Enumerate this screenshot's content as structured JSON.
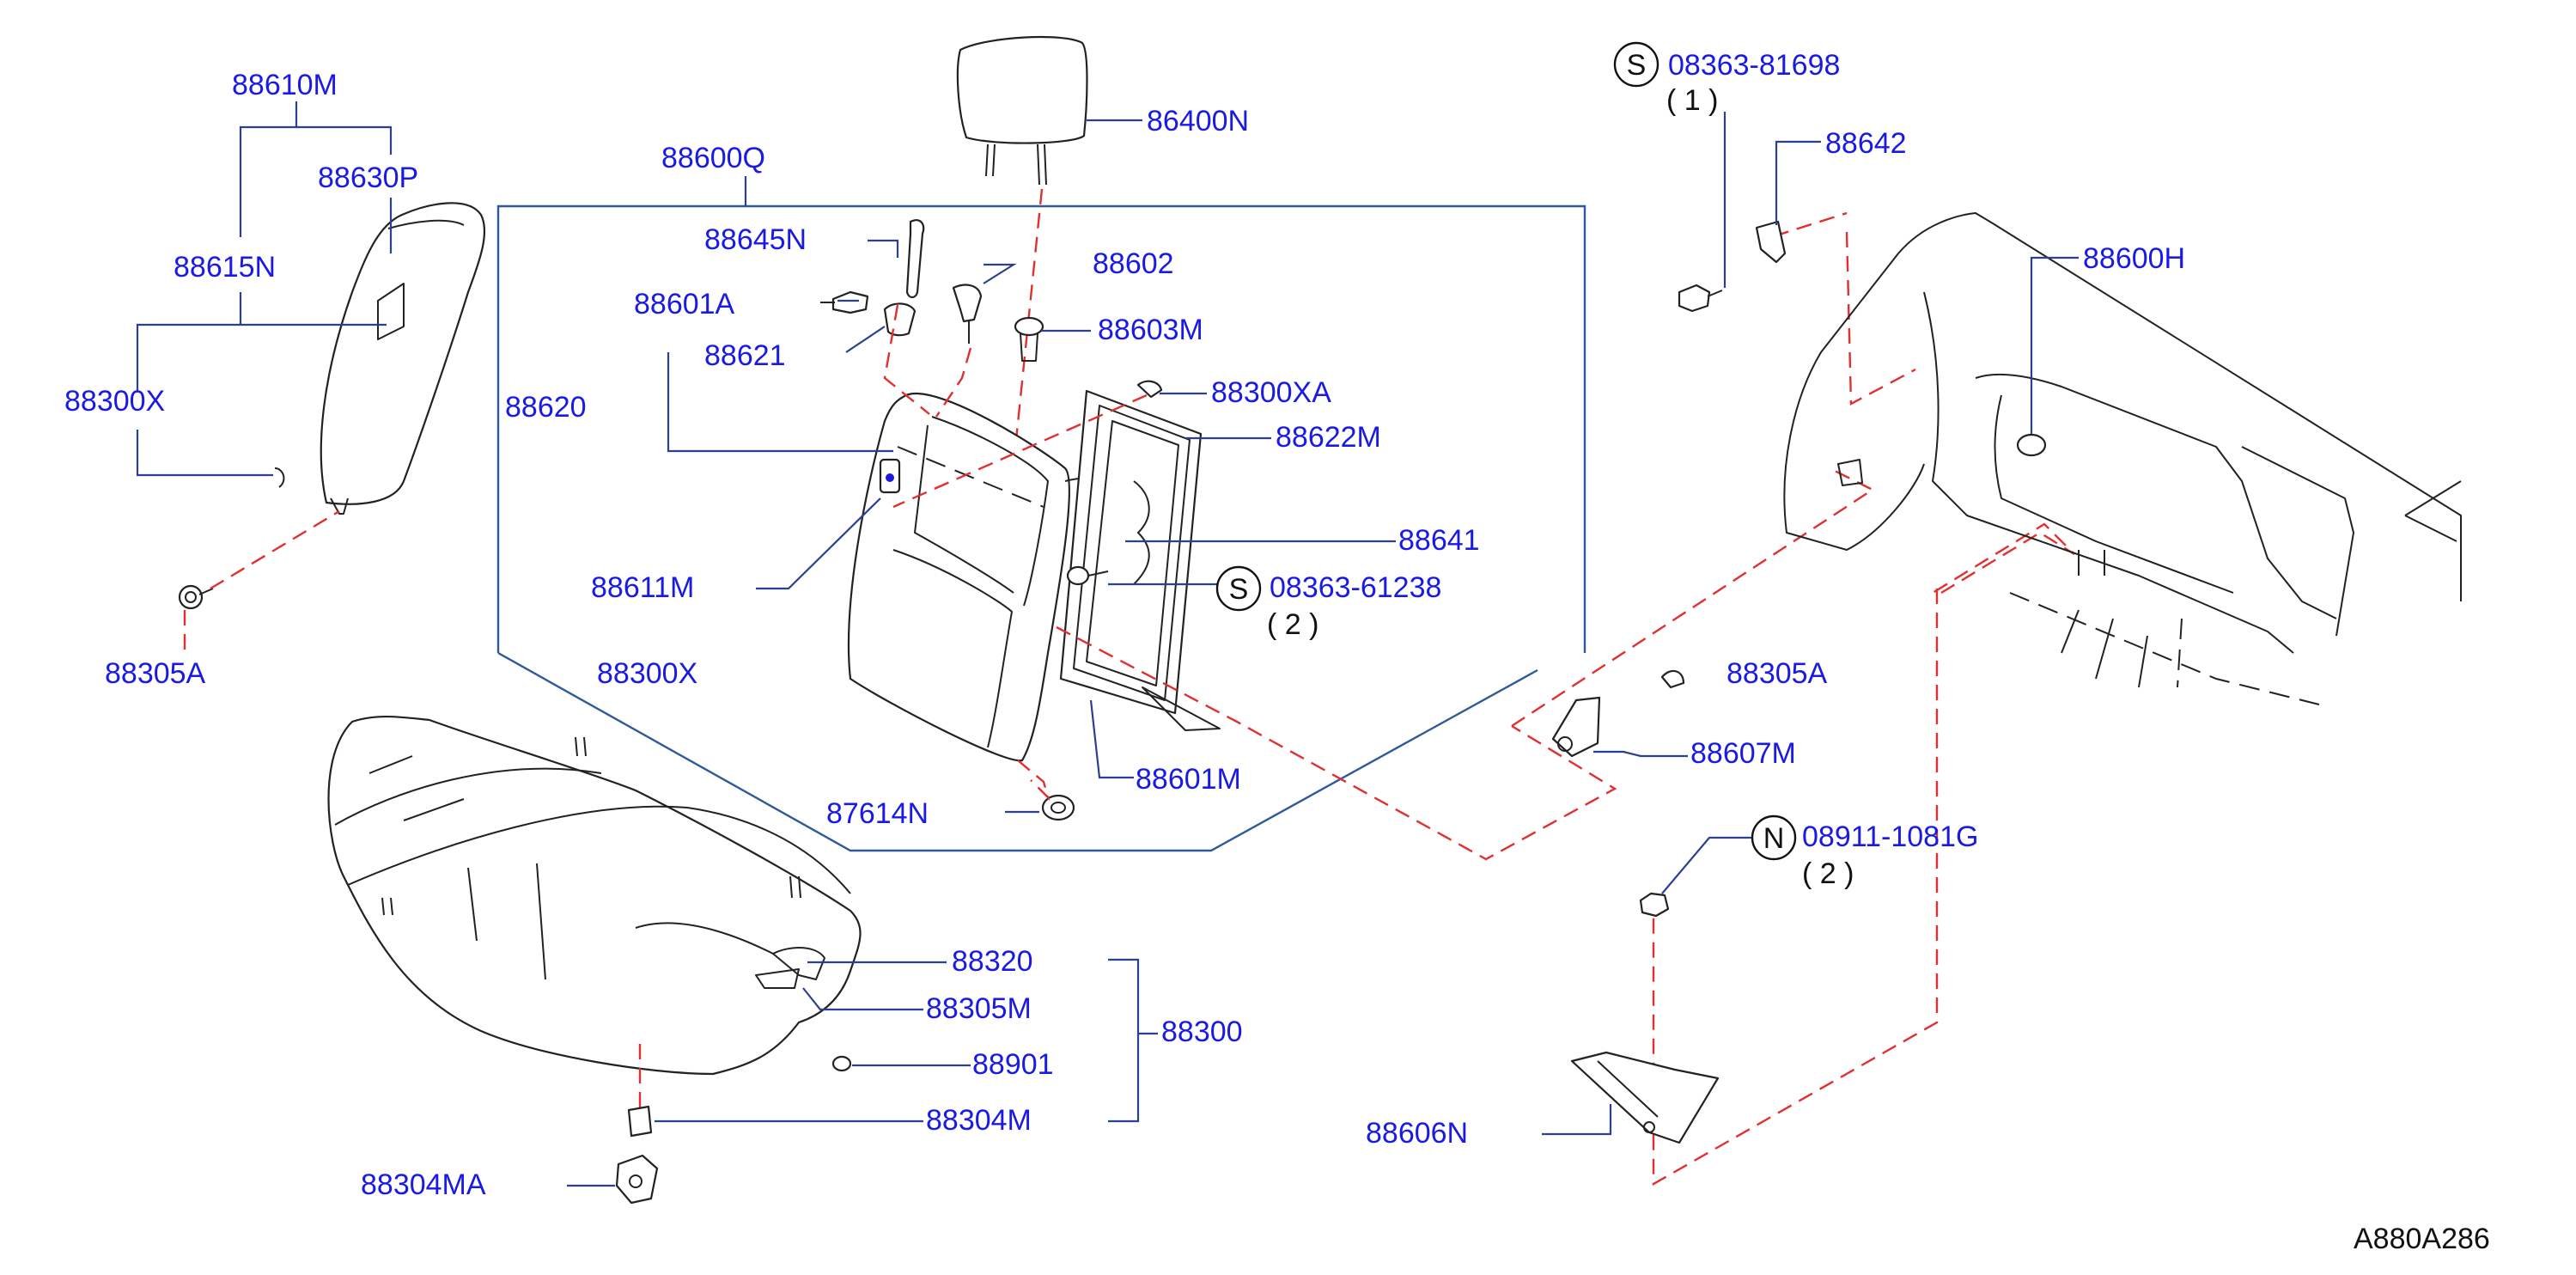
{
  "diagram_id": "A880A286",
  "labels": {
    "l_88610M": "88610M",
    "l_88630P": "88630P",
    "l_88615N": "88615N",
    "l_88300X": "88300X",
    "l_88305A_a": "88305A",
    "l_88600Q": "88600Q",
    "l_88645N": "88645N",
    "l_88601A": "88601A",
    "l_88621": "88621",
    "l_88620": "88620",
    "l_88611M": "88611M",
    "l_88300X_b": "88300X",
    "l_86400N": "86400N",
    "l_88602": "88602",
    "l_88603M": "88603M",
    "l_88300XA": "88300XA",
    "l_88622M": "88622M",
    "l_88641": "88641",
    "l_08363_61238": "08363-61238",
    "q_2_a": "( 2 )",
    "l_87614N": "87614N",
    "l_88601M": "88601M",
    "l_08363_81698": "08363-81698",
    "q_1": "( 1 )",
    "l_88642": "88642",
    "l_88600H": "88600H",
    "l_88305A_b": "88305A",
    "l_88607M": "88607M",
    "l_08911_1081G": "08911-1081G",
    "q_2_b": "( 2 )",
    "l_88606N": "88606N",
    "l_88320": "88320",
    "l_88305M": "88305M",
    "l_88300": "88300",
    "l_88901": "88901",
    "l_88304M": "88304M",
    "l_88304MA": "88304MA"
  },
  "symbols": {
    "s1": "S",
    "s2": "S",
    "n1": "N"
  },
  "colors": {
    "label": "#1a1ae6",
    "leader": "#2d3f8f",
    "dashed_connector": "#e03030",
    "part_outline": "#222222"
  }
}
